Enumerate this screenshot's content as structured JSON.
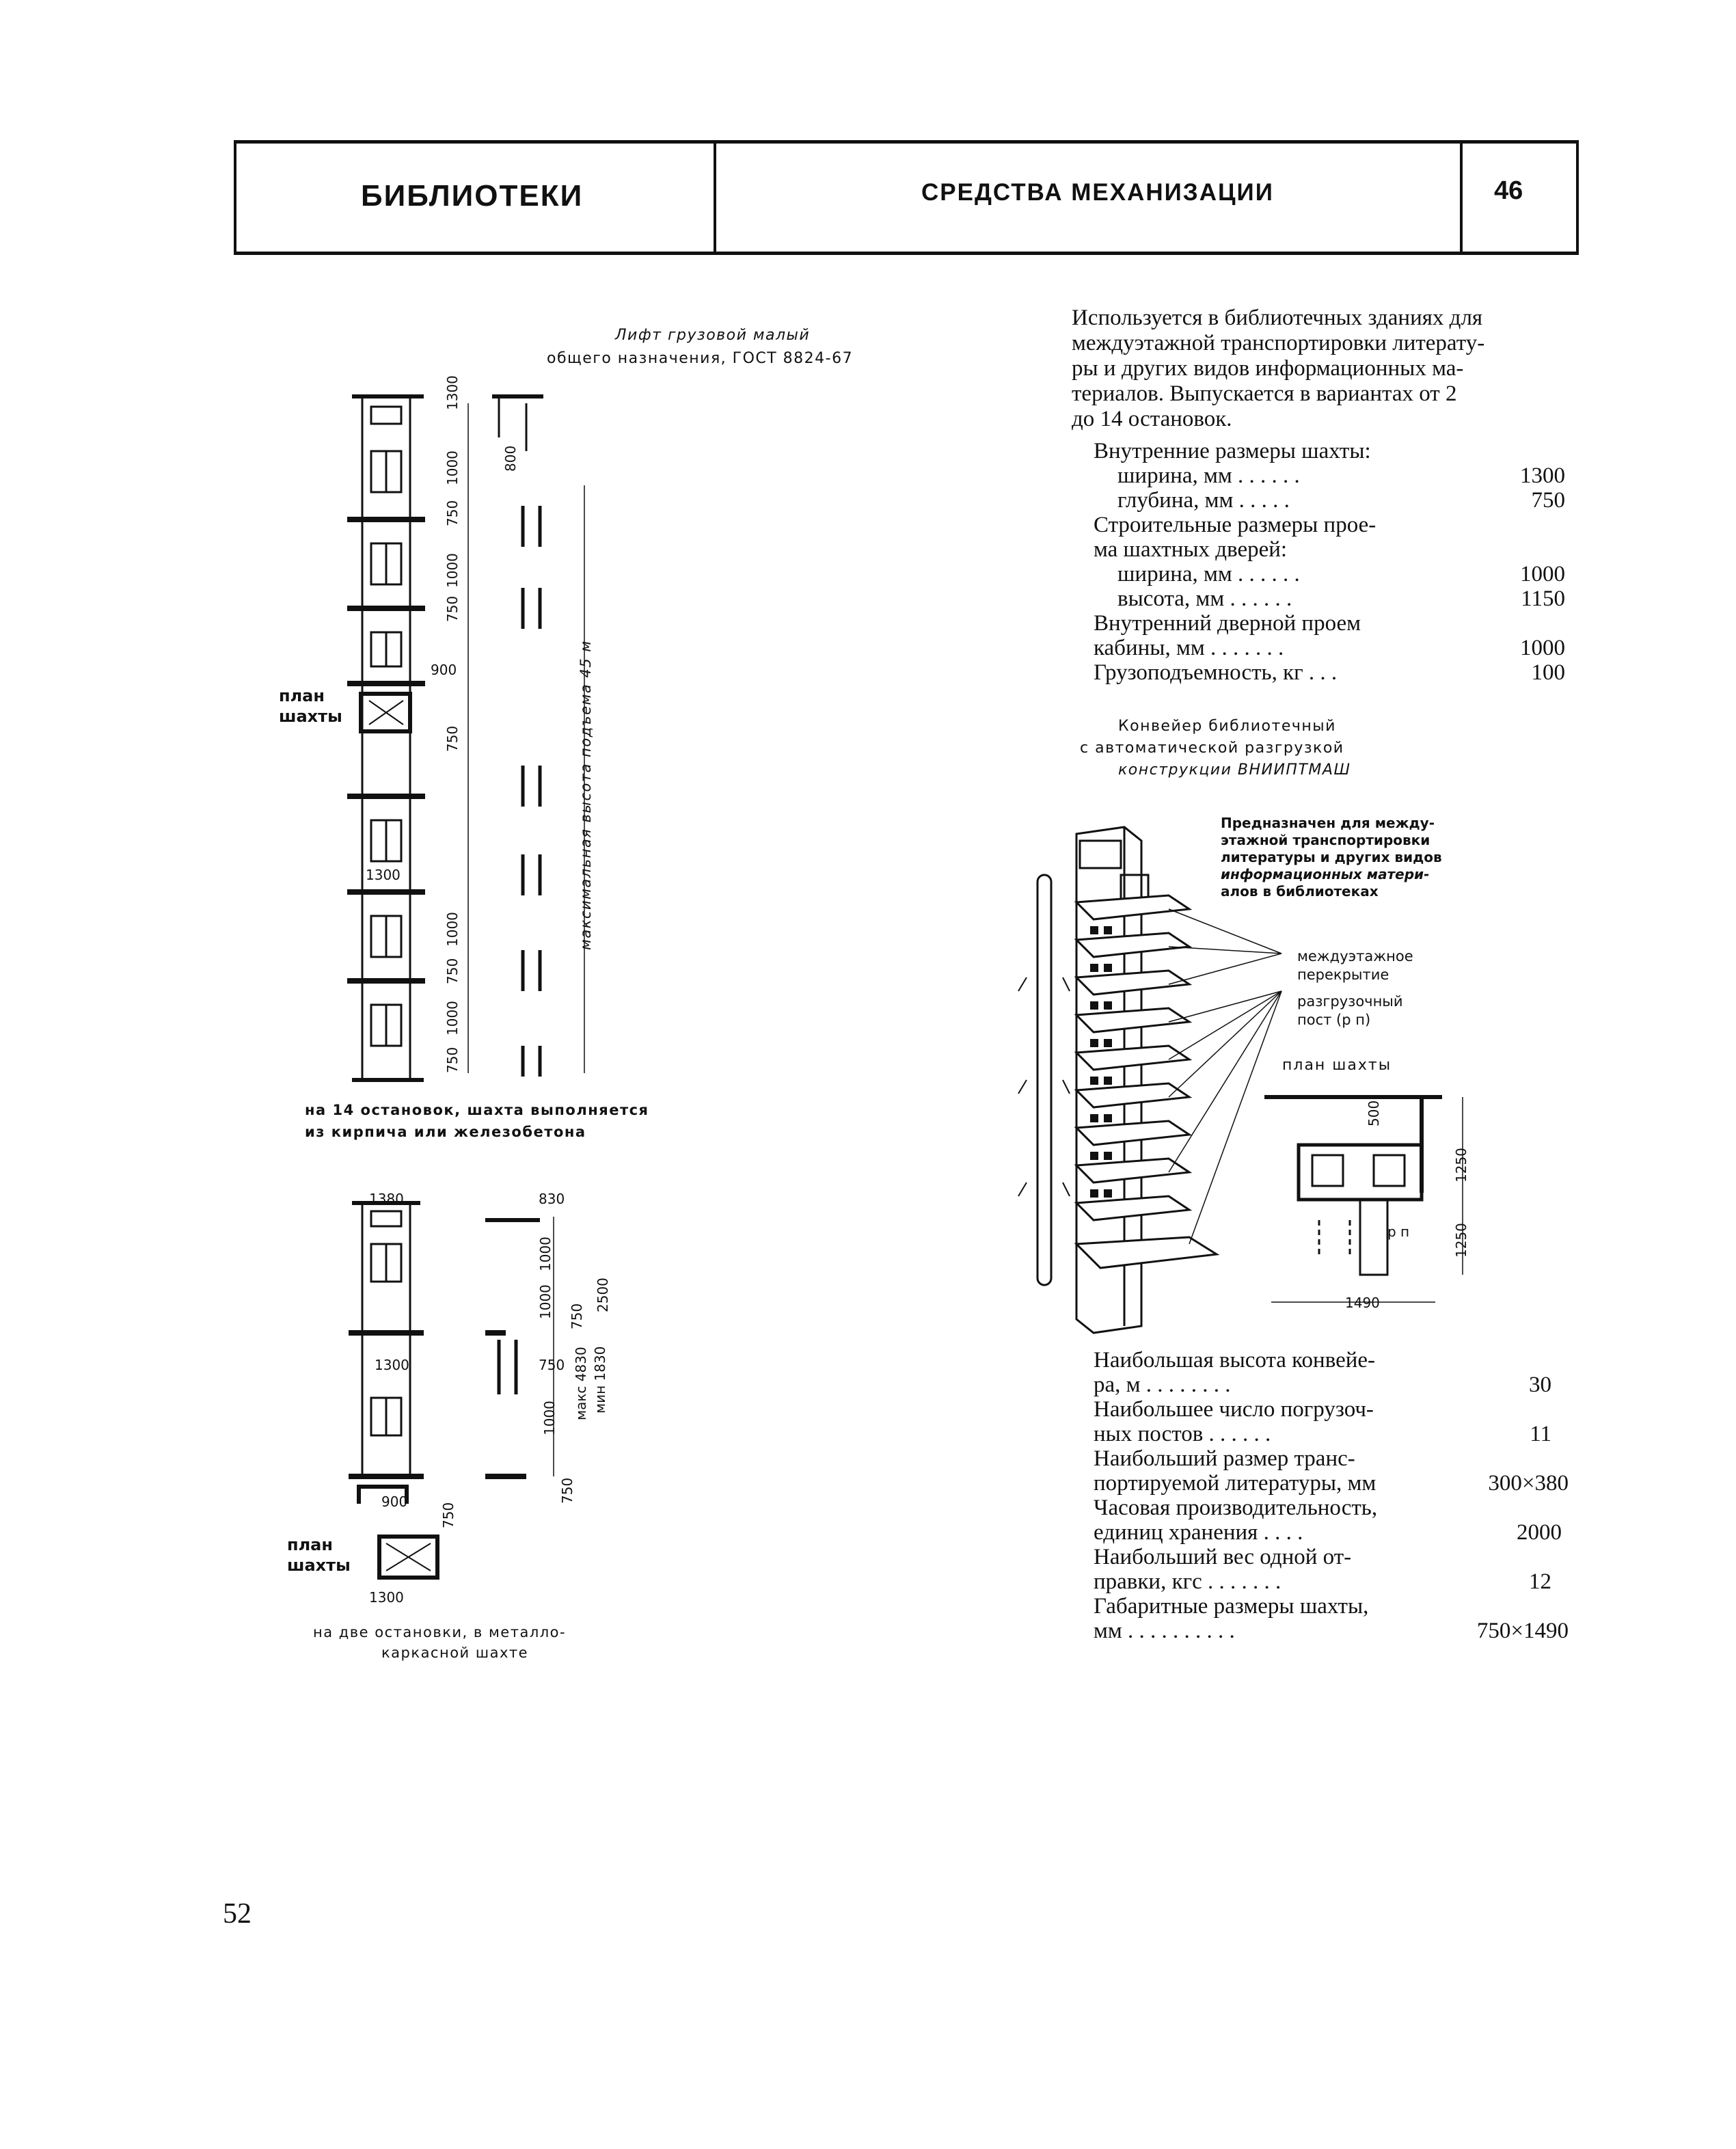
{
  "header": {
    "left_title": "БИБЛИОТЕКИ",
    "center_title": "СРЕДСТВА МЕХАНИЗАЦИИ",
    "sheet_number": "46"
  },
  "left": {
    "lift_title_1": "Лифт грузовой малый",
    "lift_title_2": "общего назначения, ГОСТ 8824-67",
    "plan_label_1": "план",
    "plan_label_2": "шахты",
    "vertical_label": "максимальная высота подъема 45 м",
    "caption1_line1": "на 14 остановок, шахта выполняется",
    "caption1_line2": "из кирпича или железобетона",
    "plan2_label_1": "план",
    "plan2_label_2": "шахты",
    "caption2_line1": "на две остановки, в металло-",
    "caption2_line2": "каркасной шахте",
    "dims1": [
      "1300",
      "800",
      "1000",
      "750",
      "1000",
      "750",
      "900",
      "750",
      "1300",
      "1000",
      "750",
      "1000",
      "750"
    ],
    "dims2": [
      "1380",
      "830",
      "1000",
      "1000",
      "2500",
      "750",
      "750",
      "1300",
      "макс 4830",
      "мин 1830",
      "1000",
      "750",
      "900",
      "750",
      "1300"
    ]
  },
  "right": {
    "intro": [
      "Используется в библиотечных зданиях для",
      "междуэтажной транспортировки литерату-",
      "ры и других видов информационных ма-",
      "териалов. Выпускается в вариантах от 2",
      "до 14 остановок."
    ],
    "specs1": [
      {
        "label": "Внутренние размеры шахты:",
        "value": ""
      },
      {
        "label": "ширина, мм . . . . . .",
        "value": "1300"
      },
      {
        "label": "глубина, мм . . . . .",
        "value": "750"
      },
      {
        "label": "Строительные размеры прое-",
        "value": ""
      },
      {
        "label": "ма шахтных дверей:",
        "value": ""
      },
      {
        "label": "ширина, мм . . . . . .",
        "value": "1000"
      },
      {
        "label": "высота, мм . . . . . .",
        "value": "1150"
      },
      {
        "label": "Внутренний дверной проем",
        "value": ""
      },
      {
        "label": "кабины, мм . . . . . . .",
        "value": "1000"
      },
      {
        "label": "Грузоподъемность, кг . . .",
        "value": "100"
      }
    ],
    "conveyor_title_1": "Конвейер библиотечный",
    "conveyor_title_2": "с автоматической разгрузкой",
    "conveyor_title_3": "конструкции ВНИИПТМАШ",
    "purpose": [
      "Предназначен для между-",
      "этажной транспортировки",
      "литературы и других видов",
      "информационных матери-",
      "алов в библиотеках"
    ],
    "callout_floor_1": "междуэтажное",
    "callout_floor_2": "перекрытие",
    "callout_post_1": "разгрузочный",
    "callout_post_2": "пост (р п)",
    "plan_label": "план шахты",
    "plan_dims": [
      "500",
      "1250",
      "1250",
      "1490",
      "р п"
    ],
    "specs2": [
      {
        "label": "Наибольшая высота конвейе-",
        "value": ""
      },
      {
        "label": "ра, м . . . . . . . .",
        "value": "30"
      },
      {
        "label": "Наибольшее число погрузоч-",
        "value": ""
      },
      {
        "label": "ных постов . . . . . .",
        "value": "11"
      },
      {
        "label": "Наибольший размер транс-",
        "value": ""
      },
      {
        "label": "портируемой литературы, мм",
        "value": "300×380"
      },
      {
        "label": "Часовая производительность,",
        "value": ""
      },
      {
        "label": "единиц хранения . . . .",
        "value": "2000"
      },
      {
        "label": "Наибольший вес одной от-",
        "value": ""
      },
      {
        "label": "правки, кгс . . . . . . .",
        "value": "12"
      },
      {
        "label": "Габаритные размеры шахты,",
        "value": ""
      },
      {
        "label": "мм . . . . . . . . . .",
        "value": "750×1490"
      }
    ]
  },
  "page_number": "52"
}
